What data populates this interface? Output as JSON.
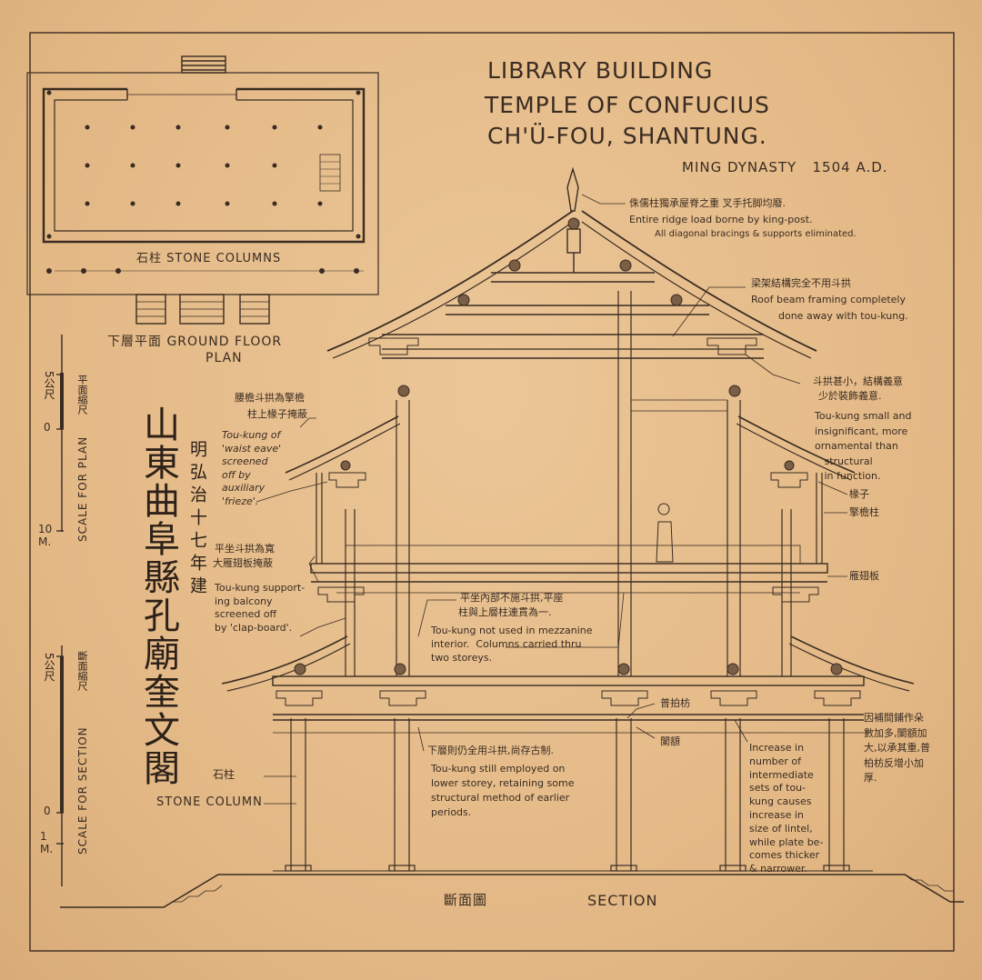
{
  "title": {
    "line1": "LIBRARY BUILDING",
    "line2": "TEMPLE OF CONFUCIUS",
    "line3": "CH'Ü-FOU, SHANTUNG.",
    "dynasty": "MING DYNASTY   1504 A.D."
  },
  "plan": {
    "stone_columns_label": "石柱 STONE COLUMNS",
    "ground_floor_label": "下層平面 GROUND FLOOR",
    "plan_label": "PLAN"
  },
  "chinese_title": {
    "main": "山東曲阜縣孔廟奎文閣",
    "date": "明弘治十七年建"
  },
  "scales": {
    "plan_cn": "平面縮尺",
    "plan_en": "SCALE FOR PLAN",
    "plan_top": "5公尺",
    "plan_zero": "0",
    "plan_bottom": "10\nM.",
    "section_cn": "斷面縮尺",
    "section_en": "SCALE FOR SECTION",
    "section_top": "5公尺",
    "section_zero": "0",
    "section_bottom": "1\nM."
  },
  "notes": {
    "ridge_cn": "侏儒柱獨承屋脊之重 叉手托脚均廢.",
    "ridge_en1": "Entire ridge load borne by king-post.",
    "ridge_en2": "All diagonal bracings & supports eliminated.",
    "beam_cn": "梁架結構完全不用斗拱",
    "beam_en1": "Roof beam framing completely",
    "beam_en2": "done away with tou-kung.",
    "toukung_small_cn1": "斗拱甚小，結構義意",
    "toukung_small_cn2": "少於裝飾義意.",
    "toukung_small_en": "Tou-kung small and\ninsignificant, more\nornamental than\n   structural\n   in function.",
    "rafter_cn": "椽子",
    "column_cn": "擎檐柱",
    "board_cn": "雁翅板",
    "waist_cn1": "腰檐斗拱為擎檐",
    "waist_cn2": "柱上椽子掩蔽",
    "waist_en": "Tou-kung of\n'waist eave'\nscreened\noff by\nauxiliary\n'frieze'.",
    "balcony_cn1": "平坐斗拱為寬",
    "balcony_cn2": "大雁翅板掩蔽",
    "balcony_en": "Tou-kung support-\ning balcony\nscreened off\nby 'clap-board'.",
    "mezz_cn1": "平坐內部不施斗拱,平座",
    "mezz_cn2": "柱與上層柱連貫為一.",
    "mezz_en": "Tou-kung not used in mezzanine\ninterior.  Columns carried thru\ntwo storeys.",
    "beam2_cn": "普拍枋",
    "lintel_cn": "闌額",
    "lower_cn": "下層則仍全用斗拱,尚存古制.",
    "lower_en": "Tou-kung still employed on\nlower storey, retaining some\nstructural method of earlier\nperiods.",
    "increase_en": "Increase in\nnumber of\nintermediate\nsets of tou-\nkung causes\nincrease in\nsize of lintel,\nwhile plate be-\ncomes thicker\n& narrower.",
    "increase_cn": "因補間鋪作朵\n數加多,闌額加\n大,以承其重,普\n柏枋反增小加\n厚."
  },
  "section": {
    "stone_col_cn": "石柱",
    "stone_col_en": "STONE COLUMN",
    "section_cn": "斷面圖",
    "section_en": "SECTION"
  }
}
